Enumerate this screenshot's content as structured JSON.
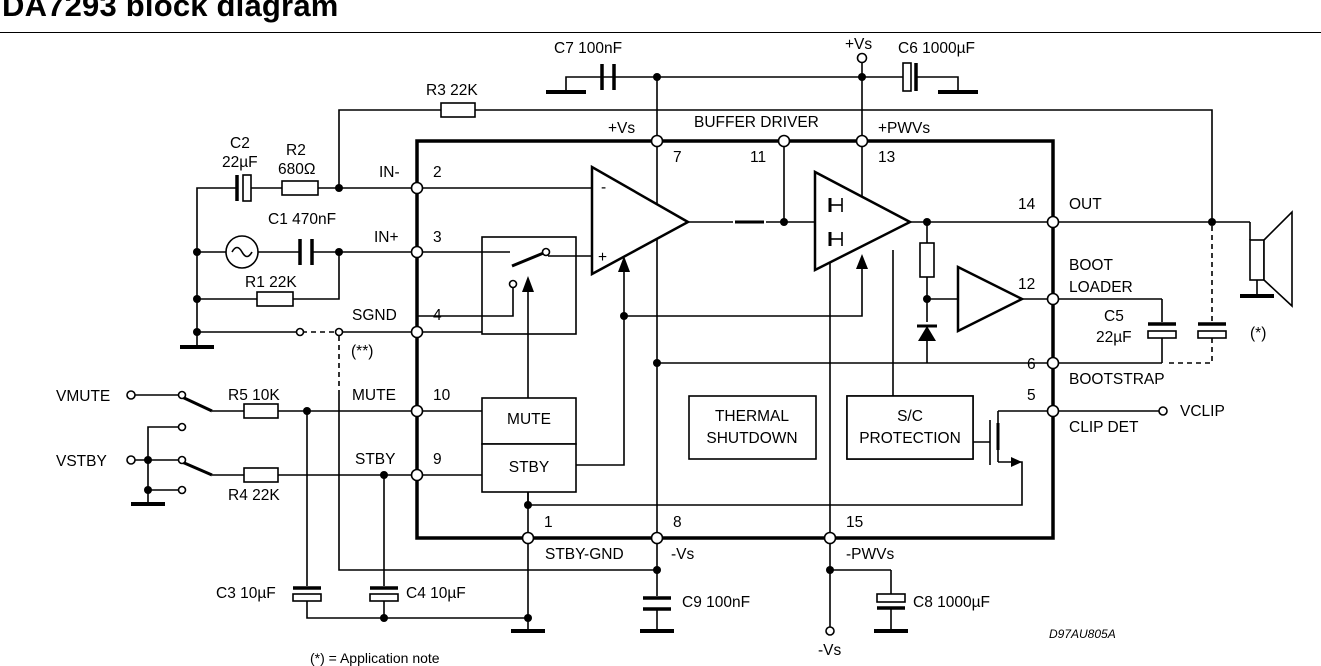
{
  "title": "DA7293 block diagram",
  "footnote": "(*) = Application note",
  "drawing_code": "D97AU805A",
  "components": {
    "c7": "C7 100nF",
    "c6": "C6 1000µF",
    "r3": "R3 22K",
    "c2_name": "C2",
    "c2_value": "22µF",
    "r2_name": "R2",
    "r2_value": "680Ω",
    "c1": "C1 470nF",
    "r1": "R1 22K",
    "r5": "R5 10K",
    "r4": "R4 22K",
    "c3": "C3 10µF",
    "c4": "C4 10µF",
    "c9": "C9 100nF",
    "c8": "C8 1000µF",
    "c5_name": "C5",
    "c5_value": "22µF"
  },
  "signals": {
    "plus_vs_top": "+Vs",
    "plus_vs_pin": "+Vs",
    "buffer_driver": "BUFFER DRIVER",
    "plus_pwvs": "+PWVs",
    "in_minus": "IN-",
    "in_plus": "IN+",
    "sgnd": "SGND",
    "mute": "MUTE",
    "stby": "STBY",
    "vmute": "VMUTE",
    "vstby": "VSTBY",
    "double_note": "(**)",
    "single_note": "(*)",
    "out": "OUT",
    "boot": "BOOT",
    "loader": "LOADER",
    "bootstrap": "BOOTSTRAP",
    "clip_det": "CLIP DET",
    "vclip": "VCLIP",
    "stby_gnd": "STBY-GND",
    "minus_vs_pin": "-Vs",
    "minus_pwvs": "-PWVs",
    "minus_vs_bottom": "-Vs"
  },
  "pins": [
    "2",
    "3",
    "4",
    "10",
    "9",
    "1",
    "8",
    "15",
    "7",
    "11",
    "13",
    "14",
    "12",
    "6",
    "5"
  ],
  "blocks": {
    "mute": "MUTE",
    "stby": "STBY",
    "thermal_1": "THERMAL",
    "thermal_2": "SHUTDOWN",
    "sc_1": "S/C",
    "sc_2": "PROTECTION"
  },
  "opamp_signs": {
    "minus": "-",
    "plus": "+"
  }
}
